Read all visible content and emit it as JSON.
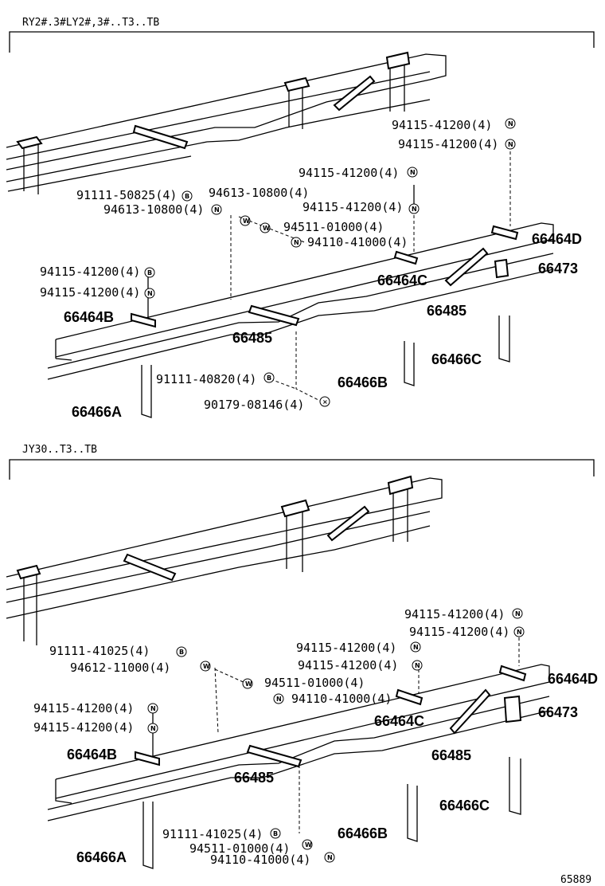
{
  "top": {
    "header": "RY2#.3#LY2#,3#..T3..TB",
    "labels": [
      "94115-41200(4)",
      "94115-41200(4)",
      "94115-41200(4)",
      "91111-50825(4)",
      "94613-10800(4)",
      "94613-10800(4)",
      "94115-41200(4)",
      "94511-01000(4)",
      "94110-41000(4)",
      "94115-41200(4)",
      "94115-41200(4)",
      "91111-40820(4)",
      "90179-08146(4)"
    ],
    "parts": [
      "66464D",
      "66473",
      "66464C",
      "66485",
      "66464B",
      "66485",
      "66466C",
      "66466B",
      "66466A"
    ]
  },
  "bottom": {
    "header": "JY30..T3..TB",
    "labels": [
      "94115-41200(4)",
      "94115-41200(4)",
      "94115-41200(4)",
      "94115-41200(4)",
      "91111-41025(4)",
      "94612-11000(4)",
      "94511-01000(4)",
      "94110-41000(4)",
      "94115-41200(4)",
      "94115-41200(4)",
      "91111-41025(4)",
      "94511-01000(4)",
      "94110-41000(4)"
    ],
    "parts": [
      "66464D",
      "66473",
      "66464C",
      "66485",
      "66464B",
      "66485",
      "66466C",
      "66466B",
      "66466A"
    ]
  },
  "footer_code": "65889"
}
